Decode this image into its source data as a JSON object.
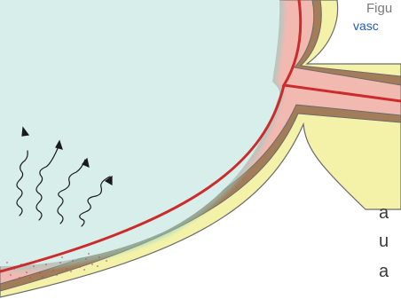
{
  "figure": {
    "caption_fragment": "Figu",
    "link_fragment": "vasc"
  },
  "body_text_fragments": [
    "a",
    "u",
    "a"
  ],
  "colors": {
    "sclera": "#f3f2a8",
    "choroid_brown": "#a37c5a",
    "retina_pink": "#f2b9b1",
    "vessel_red": "#cc2b2b",
    "vitreous": "#d8eeea",
    "outline": "#6b6b6b"
  },
  "icons": {
    "arrows": "wavy-up-right-arrow",
    "vessel": "blood-vessel-line"
  }
}
